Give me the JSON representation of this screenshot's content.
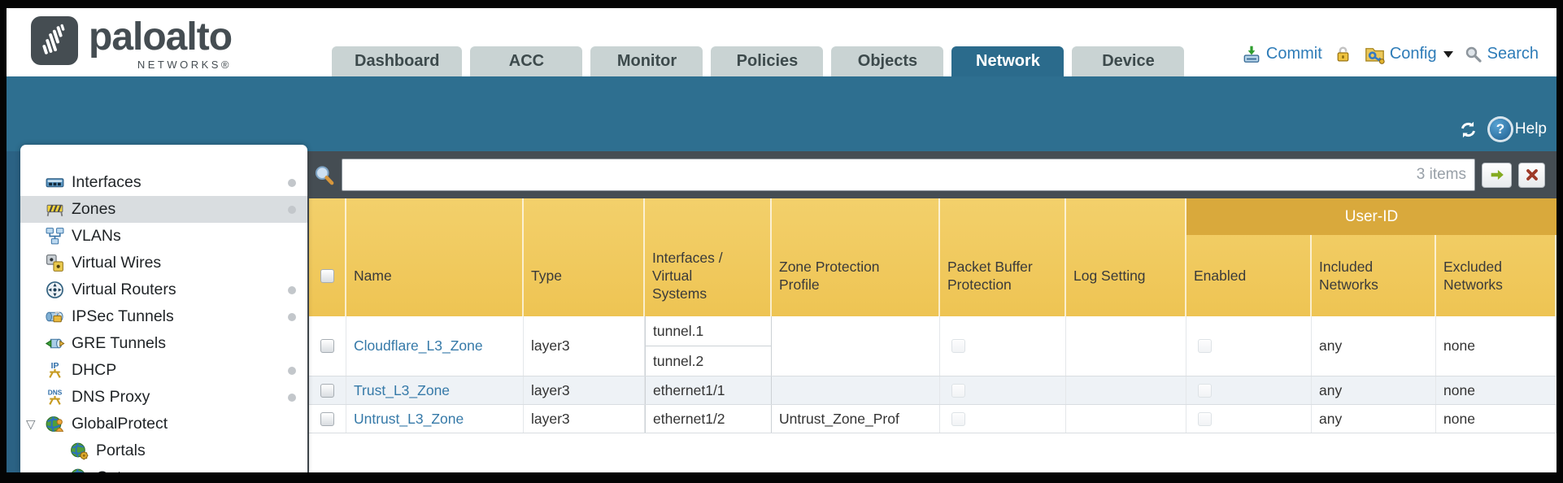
{
  "brand": {
    "name": "paloalto",
    "sub": "NETWORKS®"
  },
  "nav": {
    "tabs": [
      {
        "label": "Dashboard",
        "active": false
      },
      {
        "label": "ACC",
        "active": false
      },
      {
        "label": "Monitor",
        "active": false
      },
      {
        "label": "Policies",
        "active": false
      },
      {
        "label": "Objects",
        "active": false
      },
      {
        "label": "Network",
        "active": true
      },
      {
        "label": "Device",
        "active": false
      }
    ],
    "actions": {
      "commit": "Commit",
      "config": "Config",
      "search": "Search"
    }
  },
  "toolbar": {
    "help": "Help",
    "help_glyph": "?"
  },
  "icons": {
    "expander": "▽"
  },
  "sidebar": {
    "items": [
      {
        "label": "Interfaces",
        "icon": "interfaces-icon",
        "dot": true
      },
      {
        "label": "Zones",
        "icon": "zones-icon",
        "dot": true,
        "selected": true
      },
      {
        "label": "VLANs",
        "icon": "vlans-icon"
      },
      {
        "label": "Virtual Wires",
        "icon": "virtual-wires-icon"
      },
      {
        "label": "Virtual Routers",
        "icon": "virtual-routers-icon",
        "dot": true
      },
      {
        "label": "IPSec Tunnels",
        "icon": "ipsec-tunnels-icon",
        "dot": true
      },
      {
        "label": "GRE Tunnels",
        "icon": "gre-tunnels-icon"
      },
      {
        "label": "DHCP",
        "icon": "dhcp-icon",
        "dot": true
      },
      {
        "label": "DNS Proxy",
        "icon": "dns-proxy-icon",
        "dot": true
      },
      {
        "label": "GlobalProtect",
        "icon": "globalprotect-icon",
        "expandable": true,
        "expanded": true,
        "children": [
          {
            "label": "Portals",
            "icon": "portals-icon"
          },
          {
            "label": "Gateways",
            "icon": "gateways-icon"
          }
        ]
      }
    ]
  },
  "filter": {
    "items_count": "3 items",
    "query": ""
  },
  "table": {
    "group_header": "User-ID",
    "columns": [
      "Name",
      "Type",
      "Interfaces / Virtual Systems",
      "Zone Protection Profile",
      "Packet Buffer Protection",
      "Log Setting",
      "Enabled",
      "Included Networks",
      "Excluded Networks"
    ],
    "rows": [
      {
        "name": "Cloudflare_L3_Zone",
        "type": "layer3",
        "interfaces": [
          "tunnel.1",
          "tunnel.2"
        ],
        "zone_protection_profile": "",
        "packet_buffer_protection": false,
        "log_setting": "",
        "enabled": false,
        "included_networks": "any",
        "excluded_networks": "none"
      },
      {
        "name": "Trust_L3_Zone",
        "type": "layer3",
        "interfaces": [
          "ethernet1/1"
        ],
        "zone_protection_profile": "",
        "packet_buffer_protection": false,
        "log_setting": "",
        "enabled": false,
        "included_networks": "any",
        "excluded_networks": "none"
      },
      {
        "name": "Untrust_L3_Zone",
        "type": "layer3",
        "interfaces": [
          "ethernet1/2"
        ],
        "zone_protection_profile": "Untrust_Zone_Prof",
        "packet_buffer_protection": false,
        "log_setting": "",
        "enabled": false,
        "included_networks": "any",
        "excluded_networks": "none"
      }
    ]
  },
  "colors": {
    "teal_band": "#2e6f90",
    "active_tab": "#2b6b8c",
    "header_gold": "#eec453",
    "user_id_gold": "#d9a93c",
    "link_blue": "#3579a8",
    "action_blue": "#2e7cb8",
    "content_bg": "#454d53",
    "alt_row": "#eef2f6"
  }
}
